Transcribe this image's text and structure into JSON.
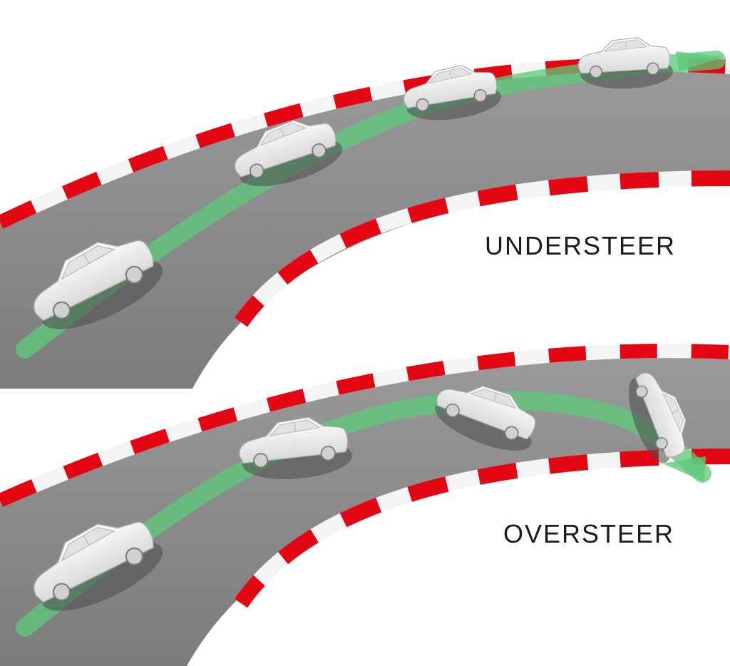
{
  "panels": [
    {
      "id": "understeer",
      "label": "UNDERSTEER"
    },
    {
      "id": "oversteer",
      "label": "OVERSTEER"
    }
  ],
  "colors": {
    "track": "#868686",
    "kerb_red": "#e30613",
    "kerb_white": "#f4f4f4",
    "path_green": "#5cc97a",
    "car_body": "#f2f2f2",
    "car_shadow": "#555555",
    "background": "#ffffff"
  }
}
